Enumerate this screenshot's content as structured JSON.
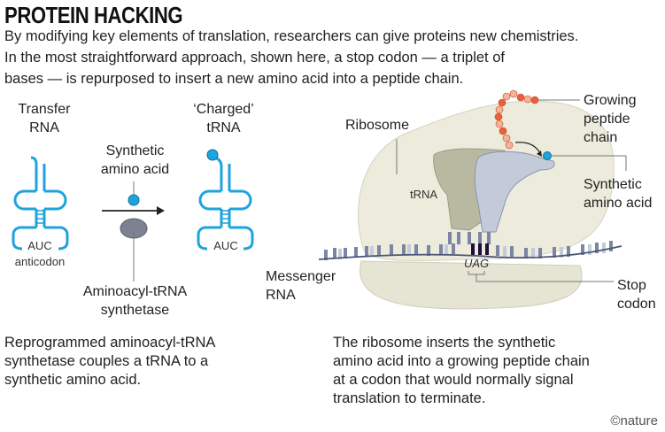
{
  "title": "PROTEIN HACKING",
  "intro": [
    "By modifying key elements of translation, researchers can give proteins new chemistries.",
    "In the most straightforward approach, shown here, a stop codon — a triplet of",
    "bases — is repurposed to insert a new amino acid into a peptide chain."
  ],
  "left_panel": {
    "transfer_rna": [
      "Transfer",
      "RNA"
    ],
    "charged_trna": [
      "‘Charged’",
      "tRNA"
    ],
    "synthetic_amino_acid": [
      "Synthetic",
      "amino acid"
    ],
    "anticodon_seq": "AUC",
    "anticodon_label": "anticodon",
    "charged_anticodon": "AUC",
    "synthetase": [
      "Aminoacyl-tRNA",
      "synthetase"
    ],
    "caption": [
      "Reprogrammed aminoacyl-tRNA",
      "synthetase couples a tRNA to a",
      "synthetic amino acid."
    ]
  },
  "right_panel": {
    "ribosome": "Ribosome",
    "trna": "tRNA",
    "growing_chain": [
      "Growing",
      "peptide",
      "chain"
    ],
    "synthetic_amino_acid": [
      "Synthetic",
      "amino acid"
    ],
    "messenger_rna": [
      "Messenger",
      "RNA"
    ],
    "codon": "UAG",
    "stop_codon": [
      "Stop",
      "codon"
    ],
    "caption": [
      "The ribosome inserts the synthetic",
      "amino acid into a growing peptide chain",
      "at a codon that would normally signal",
      "translation to terminate."
    ]
  },
  "credit": "©nature",
  "colors": {
    "trna_blue": "#1fa3dc",
    "ribosome": "#ecebdc",
    "peptide": "#e8603c"
  }
}
